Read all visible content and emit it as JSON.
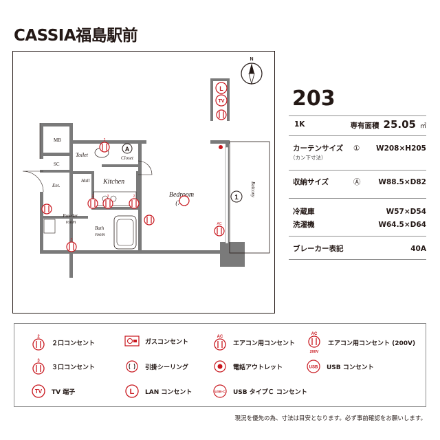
{
  "title": "CASSIA福島駅前",
  "room_number": "203",
  "compass_letter": "N",
  "plan": {
    "rooms": {
      "mb": "MB",
      "sc": "SC",
      "ent": "Ent.",
      "toilet": "Toilet",
      "closet": "Closet",
      "hall": "Hall",
      "kitchen": "Kitchen",
      "powder_room": "Powder\nroom",
      "bath_room": "Bath\nroom",
      "bedroom": "Bedroom",
      "bedroom_size": "(7.2)",
      "balcony": "Balcony"
    },
    "marker_a": "A",
    "marker_1": "1",
    "outlet_2": "2",
    "outlet_3": "3",
    "outlet_ac": "AC"
  },
  "specs": {
    "layout": "1K",
    "area_label": "専有面積",
    "area_value": "25.05",
    "area_unit": "㎡",
    "curtain_label": "カーテンサイズ",
    "curtain_sub": "（カン下寸法）",
    "curtain_marker": "①",
    "curtain_value": "W208×H205",
    "storage_label": "収納サイズ",
    "storage_marker": "Ⓐ",
    "storage_value": "W88.5×D82",
    "fridge_label": "冷蔵庫",
    "fridge_value": "W57×D54",
    "washer_label": "洗濯機",
    "washer_value": "W64.5×D64",
    "breaker_label": "ブレーカー表記",
    "breaker_value": "40A"
  },
  "legend": [
    {
      "icon": "outlet-2-icon",
      "label": "２口コンセント"
    },
    {
      "icon": "gas-outlet-icon",
      "label": "ガスコンセント"
    },
    {
      "icon": "ac-outlet-icon",
      "label": "エアコン用コンセント"
    },
    {
      "icon": "ac-outlet-200v-icon",
      "label": "エアコン用コンセント (200V)"
    },
    {
      "icon": "outlet-3-icon",
      "label": "３口コンセント"
    },
    {
      "icon": "ceiling-hook-icon",
      "label": "引掛シーリング"
    },
    {
      "icon": "phone-outlet-icon",
      "label": "電話アウトレット"
    },
    {
      "icon": "usb-outlet-icon",
      "label": "USB コンセント"
    },
    {
      "icon": "tv-terminal-icon",
      "label": "TV 端子"
    },
    {
      "icon": "lan-outlet-icon",
      "label": "LAN コンセント"
    },
    {
      "icon": "usb-c-outlet-icon",
      "label": "USB タイプＣ コンセント"
    }
  ],
  "legend_icon_text": {
    "two": "2",
    "three": "3",
    "ac": "AC",
    "v200": "200V",
    "tv": "TV",
    "lan": "L",
    "usb": "USB",
    "usbc": "USB-C"
  },
  "footnote": "現況を優先の為、寸法は目安となります。必ず事前確認をお願いします。",
  "colors": {
    "accent_red": "#c8161d",
    "wall_gray": "#7a7a7a",
    "text": "#231815"
  }
}
